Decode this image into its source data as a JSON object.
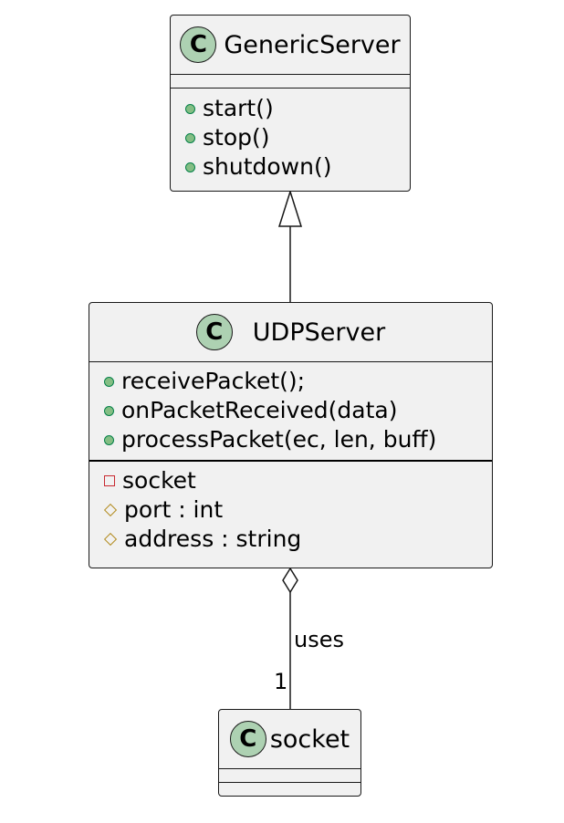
{
  "classes": {
    "generic_server": {
      "stereotype": "C",
      "name": "GenericServer",
      "methods": [
        "start()",
        "stop()",
        "shutdown()"
      ],
      "fields": []
    },
    "udp_server": {
      "stereotype": "C",
      "name": "UDPServer",
      "methods": [
        "receivePacket();",
        "onPacketReceived(data)",
        "processPacket(ec, len, buff)"
      ],
      "fields": [
        "socket",
        "port : int",
        "address : string"
      ]
    },
    "socket": {
      "stereotype": "C",
      "name": "socket",
      "methods": [],
      "fields": []
    }
  },
  "relations": {
    "uses_label": "uses",
    "uses_multiplicity": "1"
  },
  "colors": {
    "class_fill": "#f1f1f1",
    "stereotype_fill": "#add1b2",
    "public_marker": "#84be84",
    "private_marker": "#c82930",
    "protected_marker": "#b38d22"
  }
}
